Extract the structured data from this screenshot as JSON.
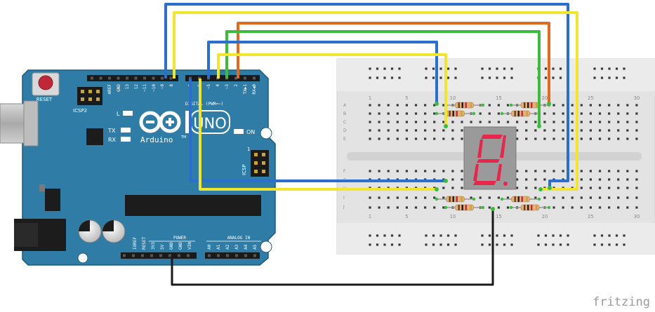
{
  "arduino": {
    "reset_label": "RESET",
    "icsp2_label": "ICSP2",
    "icsp_label": "ICSP",
    "l_label": "L",
    "tx_label": "TX",
    "rx_label": "RX",
    "on_label": "ON",
    "brand": "Arduino",
    "trademark": "TM",
    "model": "UNO",
    "digital_label": "DIGITAL (PWM=~)",
    "power_label": "POWER",
    "analog_label": "ANALOG IN",
    "top_pins": [
      "AREF",
      "GND",
      "13",
      "12",
      "~11",
      "~10",
      "~9",
      "8",
      "7",
      "~6",
      "~5",
      "4",
      "~3",
      "2",
      "TX▶1",
      "RX◀0"
    ],
    "power_pins": [
      "IOREF",
      "RESET",
      "3V3",
      "5V",
      "GND",
      "GND",
      "VIN"
    ],
    "analog_pins": [
      "A0",
      "A1",
      "A2",
      "A3",
      "A4",
      "A5"
    ]
  },
  "breadboard": {
    "column_numbers_top": [
      "1",
      "5",
      "10",
      "15",
      "20",
      "25",
      "30"
    ],
    "column_numbers_bottom": [
      "1",
      "5",
      "10",
      "15",
      "20",
      "25",
      "30"
    ],
    "row_letters_top": [
      "A",
      "B",
      "C",
      "D",
      "E"
    ],
    "row_letters_bottom": [
      "F",
      "G",
      "H",
      "I",
      "J"
    ]
  },
  "watermark": "fritzing",
  "colors": {
    "board": "#2f7da6",
    "board_dark": "#1d5a7d",
    "breadboard": "#e6e6e6",
    "wire_blue": "#2a6fd0",
    "wire_yellow": "#f2e52e",
    "wire_green": "#3cbc3c",
    "wire_orange": "#e06a1e",
    "wire_black": "#1a1a1a",
    "segment_red": "#e8254a",
    "display_body": "#9a9a9a"
  }
}
